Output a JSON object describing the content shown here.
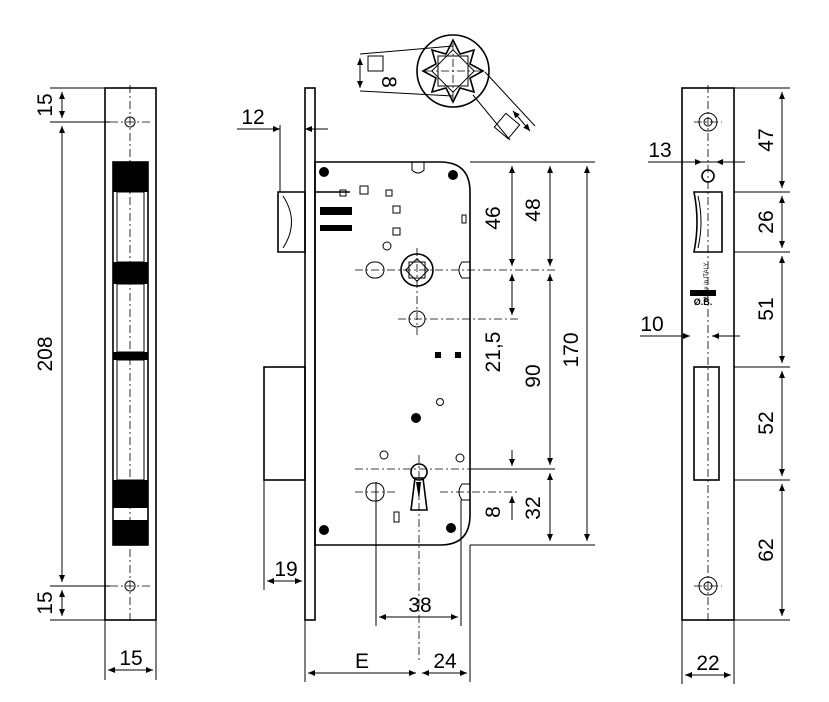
{
  "title": "",
  "dimensions": {
    "front_top": "15",
    "front_height": "208",
    "front_bottom": "15",
    "front_width": "15",
    "side_faceplate_offset": "12",
    "side_spindle_to_top": "46",
    "side_top_to_spindle": "48",
    "side_body_height": "170",
    "side_spindle_to_key": "90",
    "side_hole_spacing": "21,5",
    "side_key_detail": "8",
    "side_key_to_bottom": "32",
    "side_bolt_throw": "19",
    "side_hole_distance": "38",
    "side_backset": "E",
    "side_body_depth": "24",
    "spindle_square": "8",
    "strike_top": "47",
    "strike_latch_window": "26",
    "strike_gap": "51",
    "strike_bolt_window": "52",
    "strike_bottom": "62",
    "strike_offset_13": "13",
    "strike_offset_10": "10",
    "strike_width": "22"
  },
  "stamp_text": "Made in ITALY"
}
